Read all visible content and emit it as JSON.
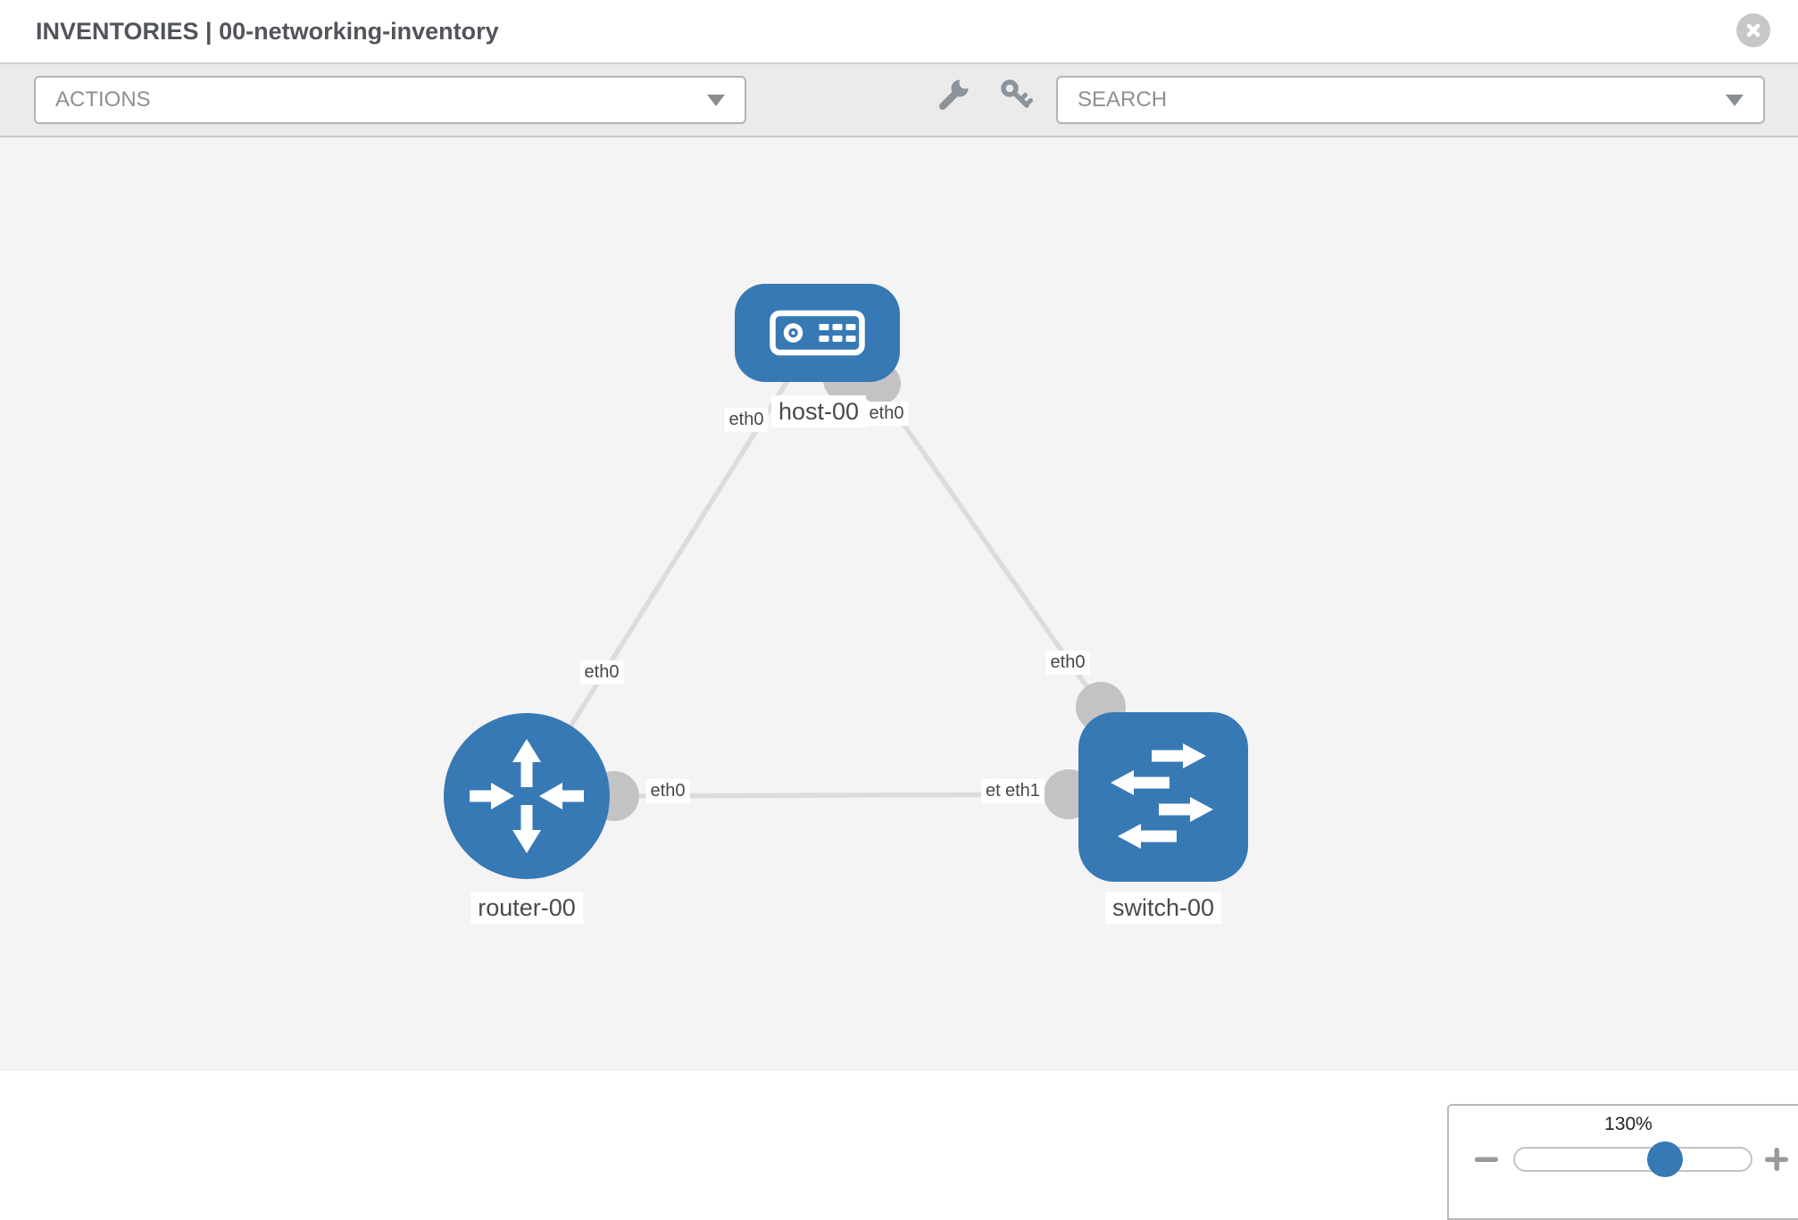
{
  "header": {
    "title": "INVENTORIES | 00-networking-inventory"
  },
  "toolbar": {
    "actions_label": "ACTIONS",
    "search_label": "SEARCH",
    "icons": [
      "wrench-icon",
      "key-icon"
    ]
  },
  "canvas": {
    "node_labels": {
      "host": "host-00",
      "router": "router-00",
      "switch": "switch-00"
    },
    "iface_labels": {
      "host_left": "eth0",
      "host_right": "eth0",
      "router_top": "eth0",
      "switch_top": "eth0",
      "router_right": "eth0",
      "switch_left_under": "eth0",
      "switch_left": "eth1"
    },
    "links": [
      {
        "source": "host-00",
        "source_iface": "eth0",
        "target": "router-00",
        "target_iface": "eth0"
      },
      {
        "source": "host-00",
        "source_iface": "eth0",
        "target": "switch-00",
        "target_iface": "eth0"
      },
      {
        "source": "router-00",
        "source_iface": "eth0",
        "target": "switch-00",
        "target_iface": "eth1"
      }
    ]
  },
  "zoom_control": {
    "level": "130%"
  },
  "colors": {
    "node_blue": "#3779b4",
    "port_gray": "#c3c3c3",
    "link_gray": "#dcdcdc",
    "icon_gray": "#8b939b"
  }
}
